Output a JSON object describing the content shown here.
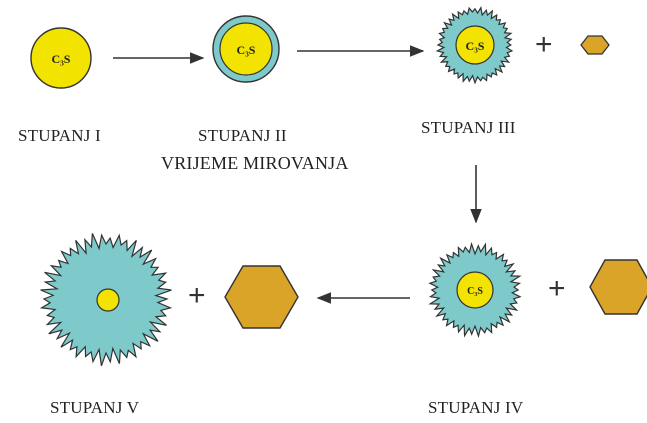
{
  "diagram": {
    "formula": "C₃S",
    "colors": {
      "particle": "#f2e300",
      "layer": "#7ec9c9",
      "hexagon": "#d9a428",
      "outline": "#333333"
    },
    "stages": [
      {
        "label": "STUPANJ I"
      },
      {
        "label": "STUPANJ II",
        "sublabel": "VRIJEME MIROVANJA"
      },
      {
        "label": "STUPANJ III"
      },
      {
        "label": "STUPANJ IV"
      },
      {
        "label": "STUPANJ V"
      }
    ],
    "plus_sign": "+"
  }
}
